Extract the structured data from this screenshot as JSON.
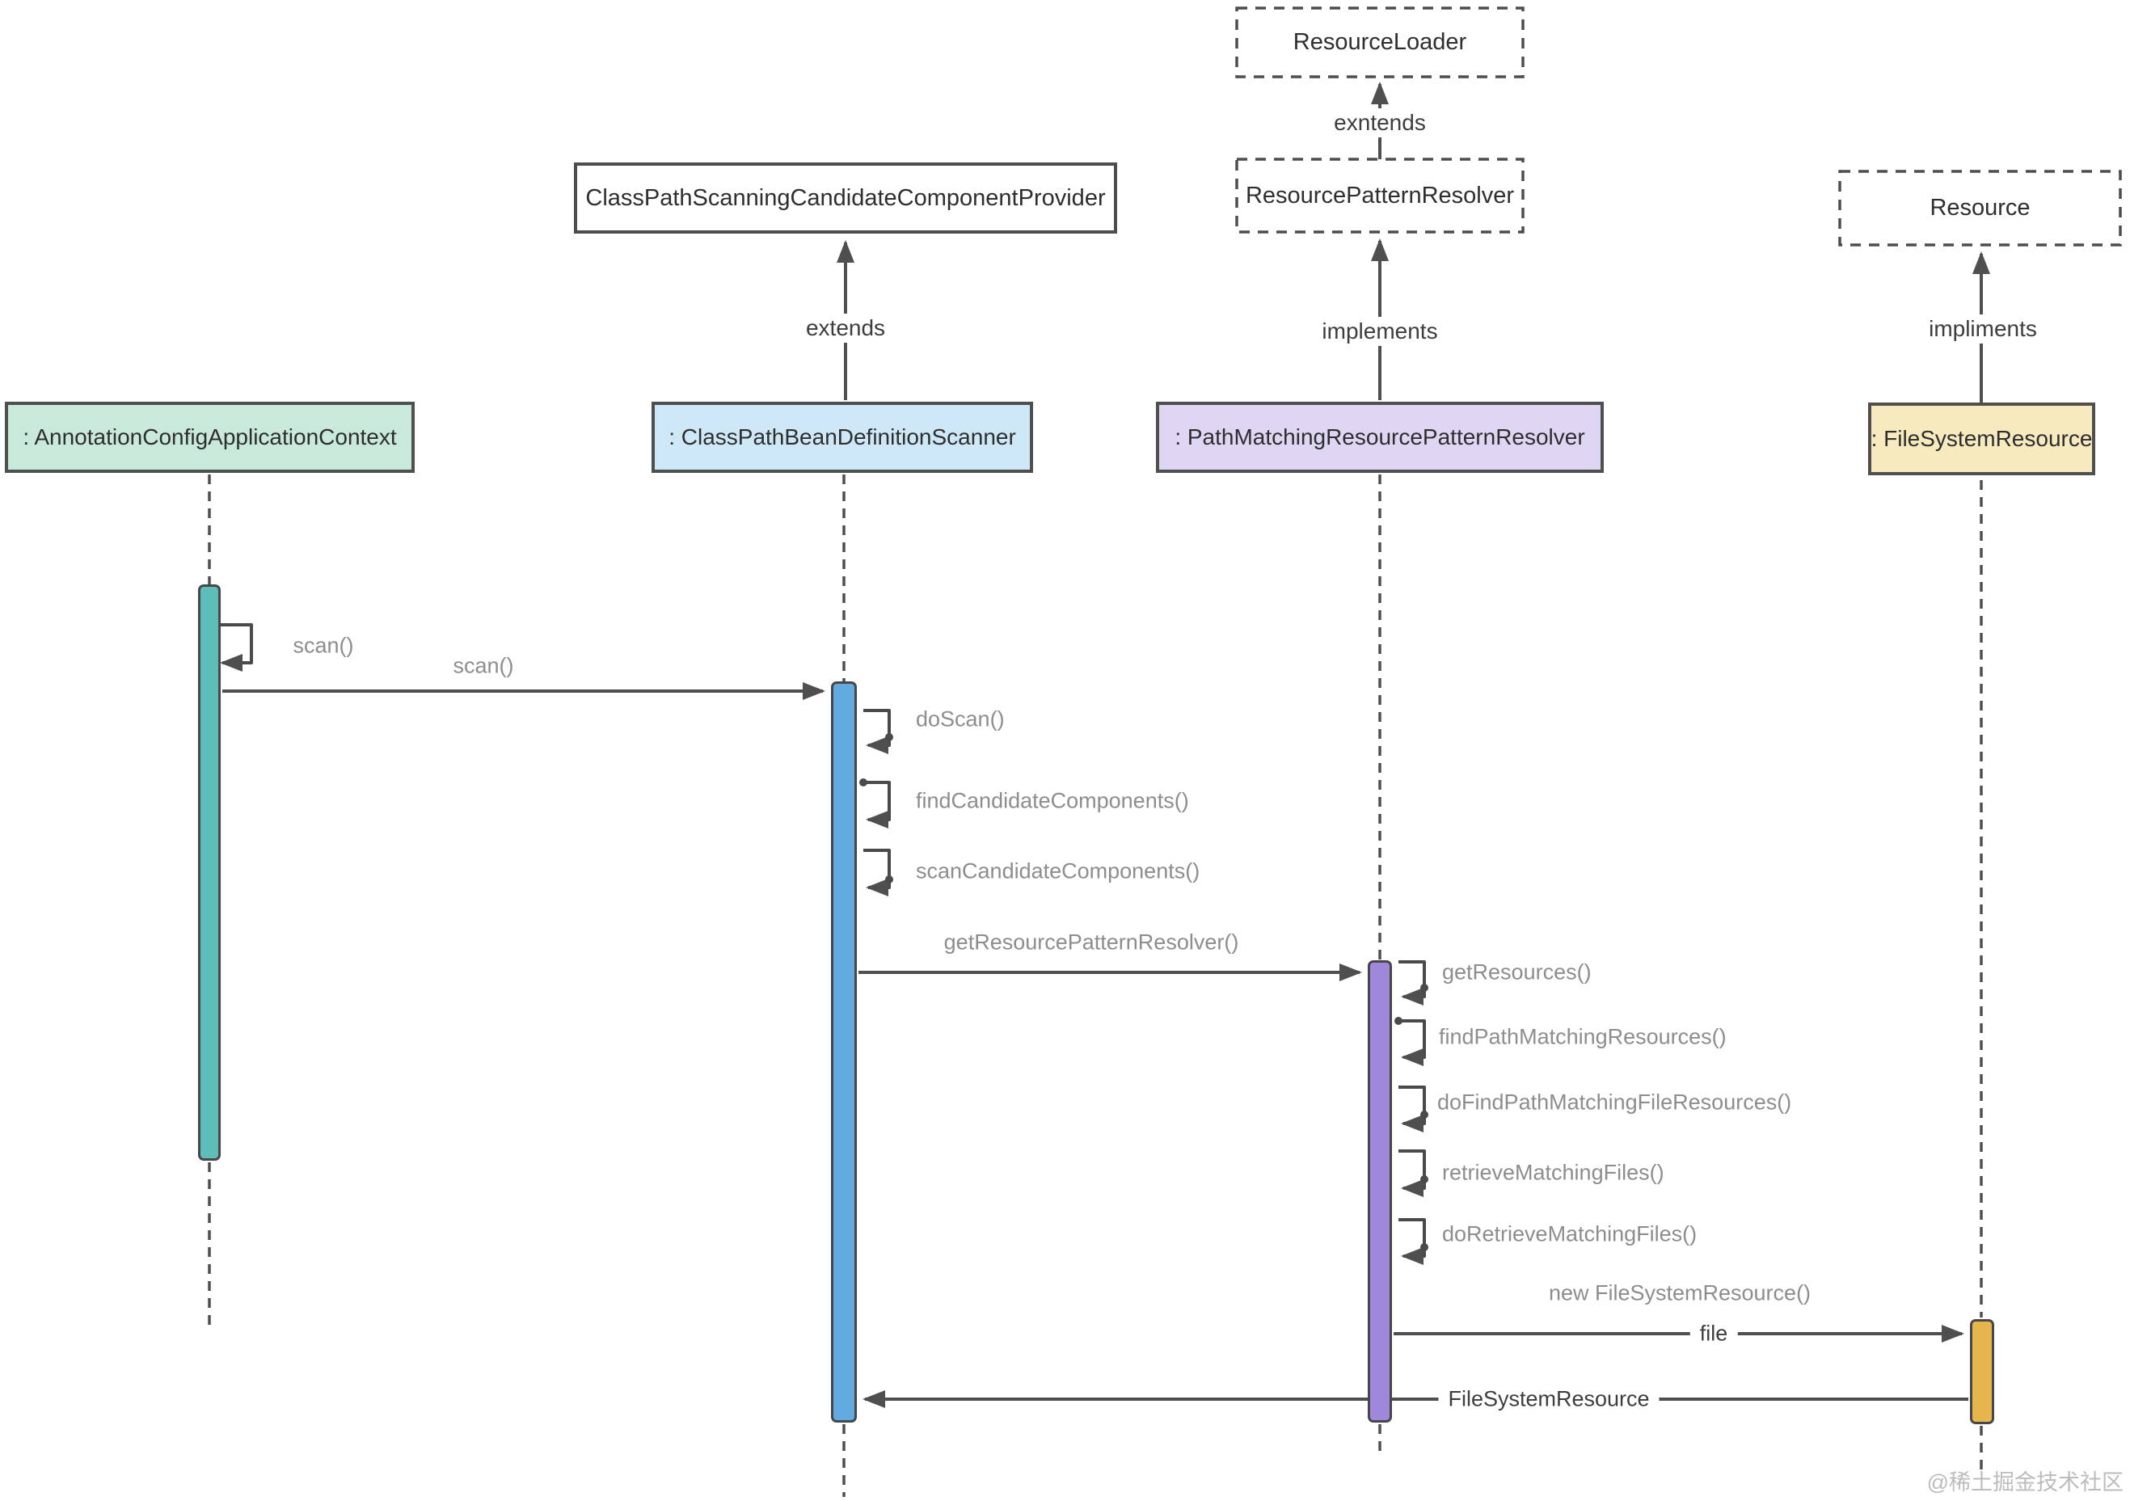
{
  "diagram": {
    "interfaces": {
      "resource_loader": "ResourceLoader",
      "resource_pattern_resolver": "ResourcePatternResolver",
      "resource": "Resource"
    },
    "provider_class": "ClassPathScanningCandidateComponentProvider",
    "relations": {
      "extends_top": "exntends",
      "extends_left": "extends",
      "implements_mid": "implements",
      "implements_right": "impliments"
    },
    "participants": [
      {
        "label": ": AnnotationConfigApplicationContext",
        "fill": "#c9eada"
      },
      {
        "label": ": ClassPathBeanDefinitionScanner",
        "fill": "#cfe8f8"
      },
      {
        "label": ": PathMatchingResourcePatternResolver",
        "fill": "#ded6f3"
      },
      {
        "label": ": FileSystemResource",
        "fill": "#f8eabf"
      }
    ],
    "activation_bars": {
      "context_fill": "#5fbdb9",
      "scanner_fill": "#62abe0",
      "resolver_fill": "#9f87dc",
      "resource_fill": "#e6b54e"
    },
    "messages": {
      "self_scan": "scan()",
      "scan": "scan()",
      "get_resource_pattern_resolver": "getResourcePatternResolver()",
      "new_file_system_resource": "new FileSystemResource()",
      "file": "file",
      "return_file_system_resource": "FileSystemResource"
    },
    "scanner_self_calls": [
      "doScan()",
      "findCandidateComponents()",
      "scanCandidateComponents()"
    ],
    "resolver_self_calls": [
      "getResources()",
      "findPathMatchingResources()",
      "doFindPathMatchingFileResources()",
      "retrieveMatchingFiles()",
      "doRetrieveMatchingFiles()"
    ],
    "watermark": "@稀土掘金技术社区",
    "colors": {
      "line": "#4f4f4f",
      "border": "#4d4d4d",
      "method_text": "#8d8d8d",
      "label_text": "#3d3d3d",
      "watermark_text": "#bcbcbc"
    }
  }
}
